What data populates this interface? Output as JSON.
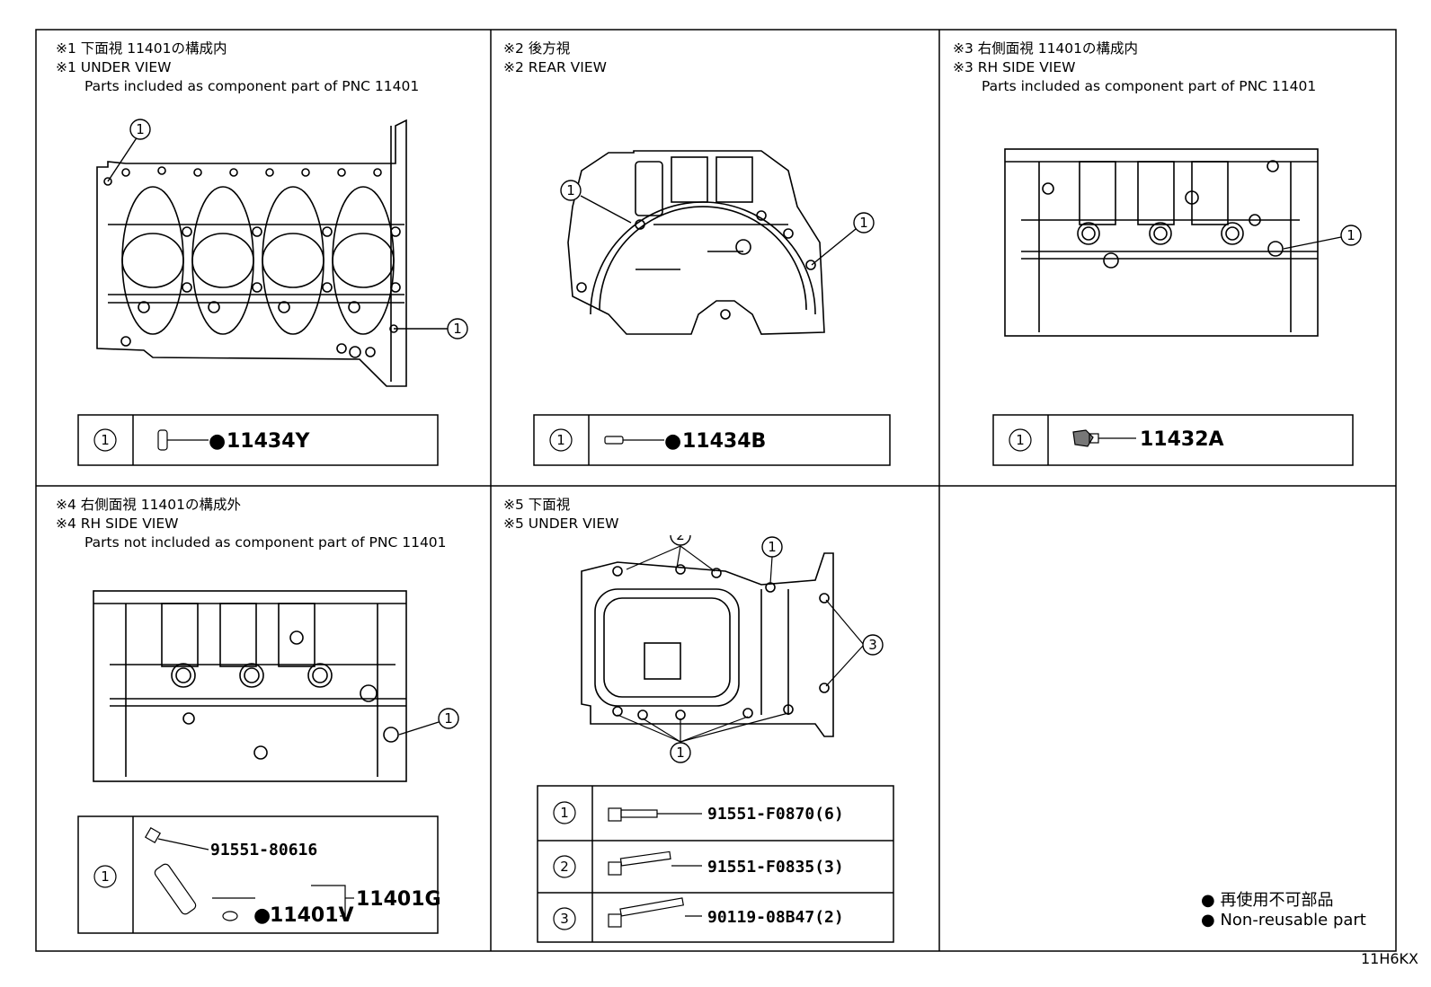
{
  "panels": [
    {
      "ja": "※1 下面視 11401の構成内",
      "en": "※1 UNDER VIEW",
      "note": "Parts included as component part of PNC 11401",
      "callout": "1",
      "part": "11434Y",
      "marker": "●"
    },
    {
      "ja": "※2 後方視",
      "en": "※2 REAR VIEW",
      "note": "",
      "callout": "1",
      "part": "11434B",
      "marker": "●"
    },
    {
      "ja": "※3 右側面視 11401の構成内",
      "en": "※3 RH SIDE VIEW",
      "note": "Parts included as component part of PNC 11401",
      "callout": "1",
      "part": "11432A",
      "marker": ""
    },
    {
      "ja": "※4 右側面視 11401の構成外",
      "en": "※4 RH SIDE VIEW",
      "note": "Parts not included as component part of PNC 11401",
      "callout": "1",
      "part_bolt": "91551-80616",
      "part_sensor": "11401V",
      "part_assy": "11401G",
      "marker": "●"
    },
    {
      "ja": "※5 下面視",
      "en": "※5 UNDER VIEW",
      "note": "",
      "rows": [
        {
          "callout": "1",
          "part": "91551-F0870(6)"
        },
        {
          "callout": "2",
          "part": "91551-F0835(3)"
        },
        {
          "callout": "3",
          "part": "90119-08B47(2)"
        }
      ]
    }
  ],
  "legend": {
    "marker": "●",
    "ja": "再使用不可部品",
    "en": "Non-reusable part"
  },
  "document_id": "11H6KX",
  "colors": {
    "line": "#000000",
    "background": "#ffffff"
  }
}
